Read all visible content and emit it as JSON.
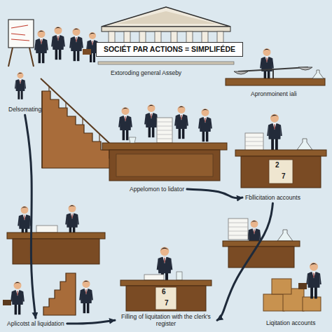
{
  "diagram": {
    "nodes": [
      {
        "text": [
          "SOCIÉT PAR ACTIONS = SIMPLIFÉDE"
        ]
      },
      {
        "text": [
          "Delsomating"
        ]
      },
      {
        "text": [
          "Extoroding general Asseby"
        ]
      },
      {
        "text": [
          "Apronmoinent iali"
        ]
      },
      {
        "text": [
          "Appelomon to lidator"
        ]
      },
      {
        "text": [
          "Fbllicitation accounts"
        ]
      },
      {
        "text": [
          "Aplicotst al liquidation"
        ]
      },
      {
        "text": [
          "Filling of liquitation with the clerk's register"
        ]
      },
      {
        "text": [
          "Liqitation accounts"
        ]
      }
    ],
    "edges": [
      {
        "from": 1,
        "to": 6,
        "arrow": "to"
      },
      {
        "from": 4,
        "to": 5,
        "arrow": "to"
      },
      {
        "from": 6,
        "to": 7,
        "arrow": "to"
      },
      {
        "from": 5,
        "to": 7,
        "arrow": "to"
      }
    ],
    "labels": [
      "2",
      "7",
      "6",
      "7"
    ]
  }
}
